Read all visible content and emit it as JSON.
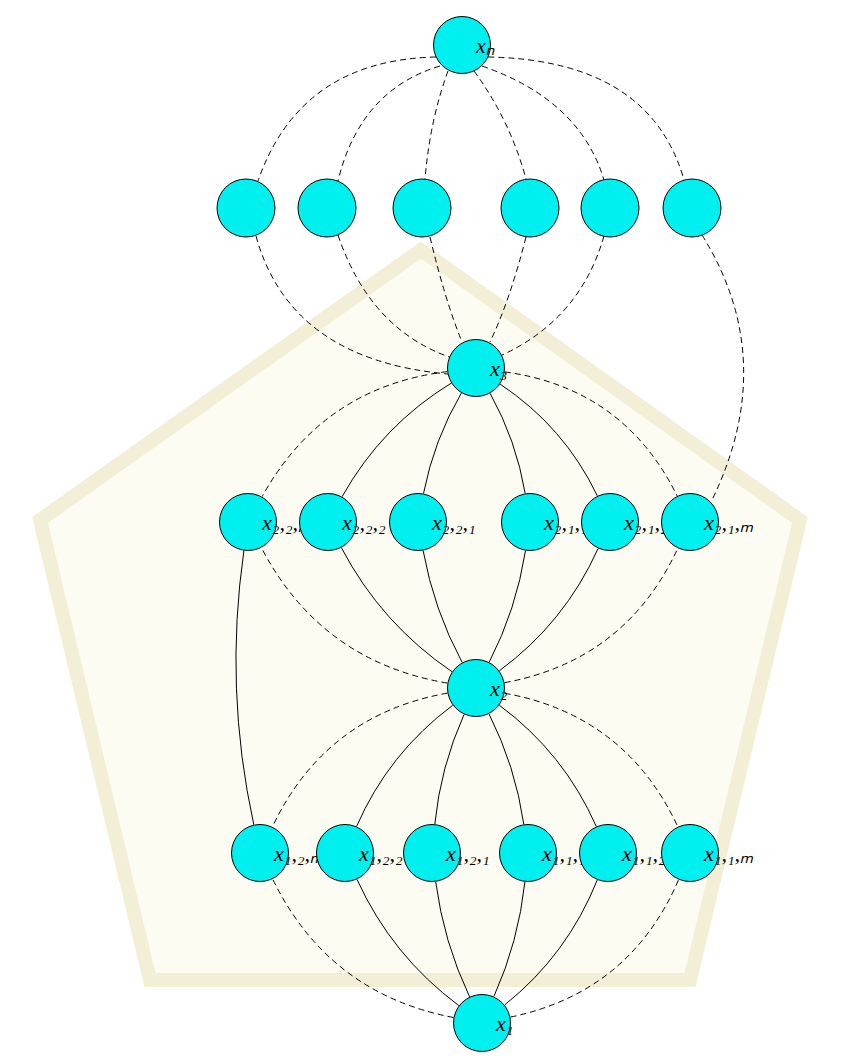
{
  "diagram": {
    "nodes": [
      {
        "text": [
          "xₙ"
        ]
      },
      {
        "text": [
          "x₃"
        ]
      },
      {
        "text": [
          "x₂,₂,ₘ"
        ]
      },
      {
        "text": [
          "x₂,₂,₂"
        ]
      },
      {
        "text": [
          "x₂,₂,₁"
        ]
      },
      {
        "text": [
          "x₂,₁,₁"
        ]
      },
      {
        "text": [
          "x₂,₁,₂"
        ]
      },
      {
        "text": [
          "x₂,₁,ₘ"
        ]
      },
      {
        "text": [
          "x₂"
        ]
      },
      {
        "text": [
          "x₁,₂,ₘ"
        ]
      },
      {
        "text": [
          "x₁,₂,₂"
        ]
      },
      {
        "text": [
          "x₁,₂,₁"
        ]
      },
      {
        "text": [
          "x₁,₁,₁"
        ]
      },
      {
        "text": [
          "x₁,₁,₂"
        ]
      },
      {
        "text": [
          "x₁,₁,ₘ"
        ]
      },
      {
        "text": [
          "x₁"
        ]
      }
    ],
    "edges": [
      {
        "from": 1,
        "to": 3,
        "arrow": "none"
      },
      {
        "from": 1,
        "to": 4,
        "arrow": "none"
      },
      {
        "from": 1,
        "to": 5,
        "arrow": "none"
      },
      {
        "from": 1,
        "to": 6,
        "arrow": "none"
      },
      {
        "from": 8,
        "to": 3,
        "arrow": "none"
      },
      {
        "from": 8,
        "to": 4,
        "arrow": "none"
      },
      {
        "from": 8,
        "to": 5,
        "arrow": "none"
      },
      {
        "from": 8,
        "to": 6,
        "arrow": "none"
      },
      {
        "from": 1,
        "to": 2,
        "arrow": "none"
      },
      {
        "from": 1,
        "to": 7,
        "arrow": "none"
      },
      {
        "from": 8,
        "to": 2,
        "arrow": "none"
      },
      {
        "from": 8,
        "to": 7,
        "arrow": "none"
      },
      {
        "from": 2,
        "to": 9,
        "arrow": "none"
      },
      {
        "from": 8,
        "to": 10,
        "arrow": "none"
      },
      {
        "from": 8,
        "to": 11,
        "arrow": "none"
      },
      {
        "from": 8,
        "to": 12,
        "arrow": "none"
      },
      {
        "from": 8,
        "to": 13,
        "arrow": "none"
      },
      {
        "from": 15,
        "to": 10,
        "arrow": "none"
      },
      {
        "from": 15,
        "to": 11,
        "arrow": "none"
      },
      {
        "from": 15,
        "to": 12,
        "arrow": "none"
      },
      {
        "from": 15,
        "to": 13,
        "arrow": "none"
      },
      {
        "from": 8,
        "to": 9,
        "arrow": "none"
      },
      {
        "from": 8,
        "to": 14,
        "arrow": "none"
      },
      {
        "from": 15,
        "to": 9,
        "arrow": "none"
      },
      {
        "from": 15,
        "to": 14,
        "arrow": "none"
      }
    ]
  }
}
